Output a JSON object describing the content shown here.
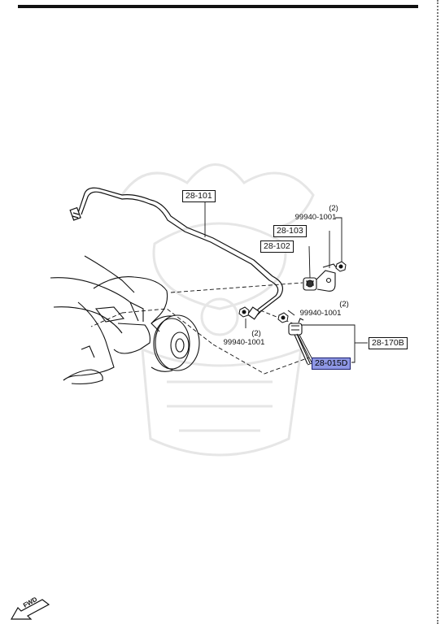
{
  "callouts": {
    "stabilizer_bar": "28-101",
    "bracket": "28-103",
    "bushing": "28-102",
    "link_assembly": "28-170B",
    "link_selected": "28-015D"
  },
  "fasteners": {
    "nut_top": {
      "qty": "(2)",
      "part": "99940-1001"
    },
    "nut_link": {
      "qty": "(2)",
      "part": "99940-1001"
    },
    "nut_lower": {
      "qty": "(2)",
      "part": "99940-1001"
    }
  },
  "fwd_label": "FWD",
  "colors": {
    "highlight": "#8e97e4",
    "line": "#111111",
    "watermark": "#e6e6e6"
  }
}
